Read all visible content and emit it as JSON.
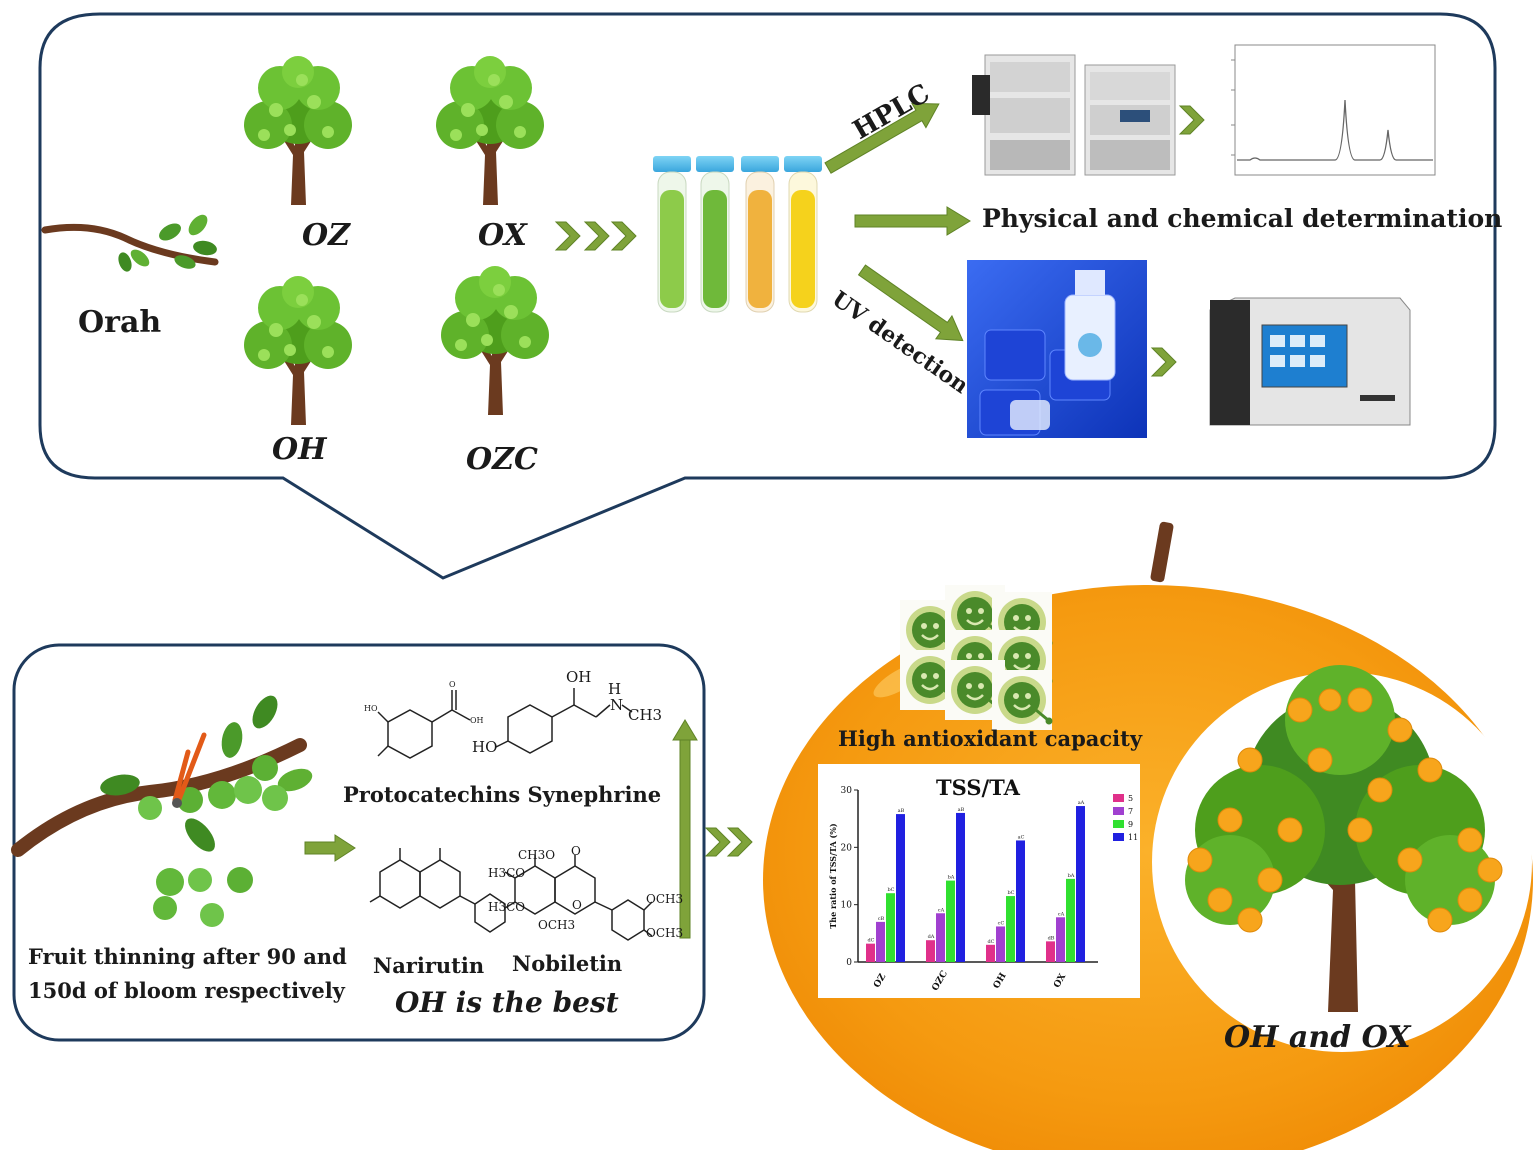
{
  "top_panel": {
    "source_label": "Orah",
    "trees": [
      "OZ",
      "OX",
      "OH",
      "OZC"
    ],
    "hplc_label": "HPLC",
    "physchem_label": "Physical and chemical determination",
    "uv_label": "UV detection"
  },
  "bottom_panel": {
    "thinning_line1": "Fruit thinning after 90 and",
    "thinning_line2": "150d of bloom respectively",
    "compound_pair1": "Protocatechins Synephrine",
    "compound3": "Narirutin",
    "compound4": "Nobiletin",
    "conclusion": "OH is the best",
    "chem_labels": {
      "oh": "OH",
      "h": "H",
      "n": "N",
      "ch3": "CH3",
      "ho": "HO",
      "ho_small": "HO",
      "oh_small": "OH",
      "o_small": "O",
      "ch3o": "CH3O",
      "h3co1": "H3CO",
      "h3co2": "H3CO",
      "och3_1": "OCH3",
      "och3_2": "OCH3",
      "och3_bottom": "OCH3",
      "o_ring": "O",
      "o_ketone": "O"
    }
  },
  "orange": {
    "antioxidant_label": "High  antioxidant  capacity",
    "result_label": "OH  and OX"
  },
  "chart_data": {
    "type": "bar",
    "title": "TSS/TA",
    "ylabel": "The ratio of TSS/TA (%)",
    "xlabel": "",
    "categories": [
      "OZ",
      "OZC",
      "OH",
      "OX"
    ],
    "ylim": [
      0,
      30
    ],
    "yticks": [
      "0",
      "10",
      "20",
      "30"
    ],
    "legend_position": "right",
    "series": [
      {
        "name": "5",
        "color": "#e0308a",
        "values": [
          3.2,
          3.8,
          3.0,
          3.6
        ],
        "labels": [
          "dC",
          "dA",
          "dC",
          "dB"
        ]
      },
      {
        "name": "7",
        "color": "#a040d0",
        "values": [
          7.0,
          8.5,
          6.2,
          7.8
        ],
        "labels": [
          "cB",
          "cA",
          "cC",
          "cA"
        ]
      },
      {
        "name": "9",
        "color": "#30e030",
        "values": [
          12.0,
          14.2,
          11.5,
          14.5
        ],
        "labels": [
          "bC",
          "bA",
          "bC",
          "bA"
        ]
      },
      {
        "name": "11",
        "color": "#2020e0",
        "values": [
          25.8,
          26.0,
          21.2,
          27.2
        ],
        "labels": [
          "aB",
          "aB",
          "aC",
          "aA"
        ]
      }
    ]
  }
}
